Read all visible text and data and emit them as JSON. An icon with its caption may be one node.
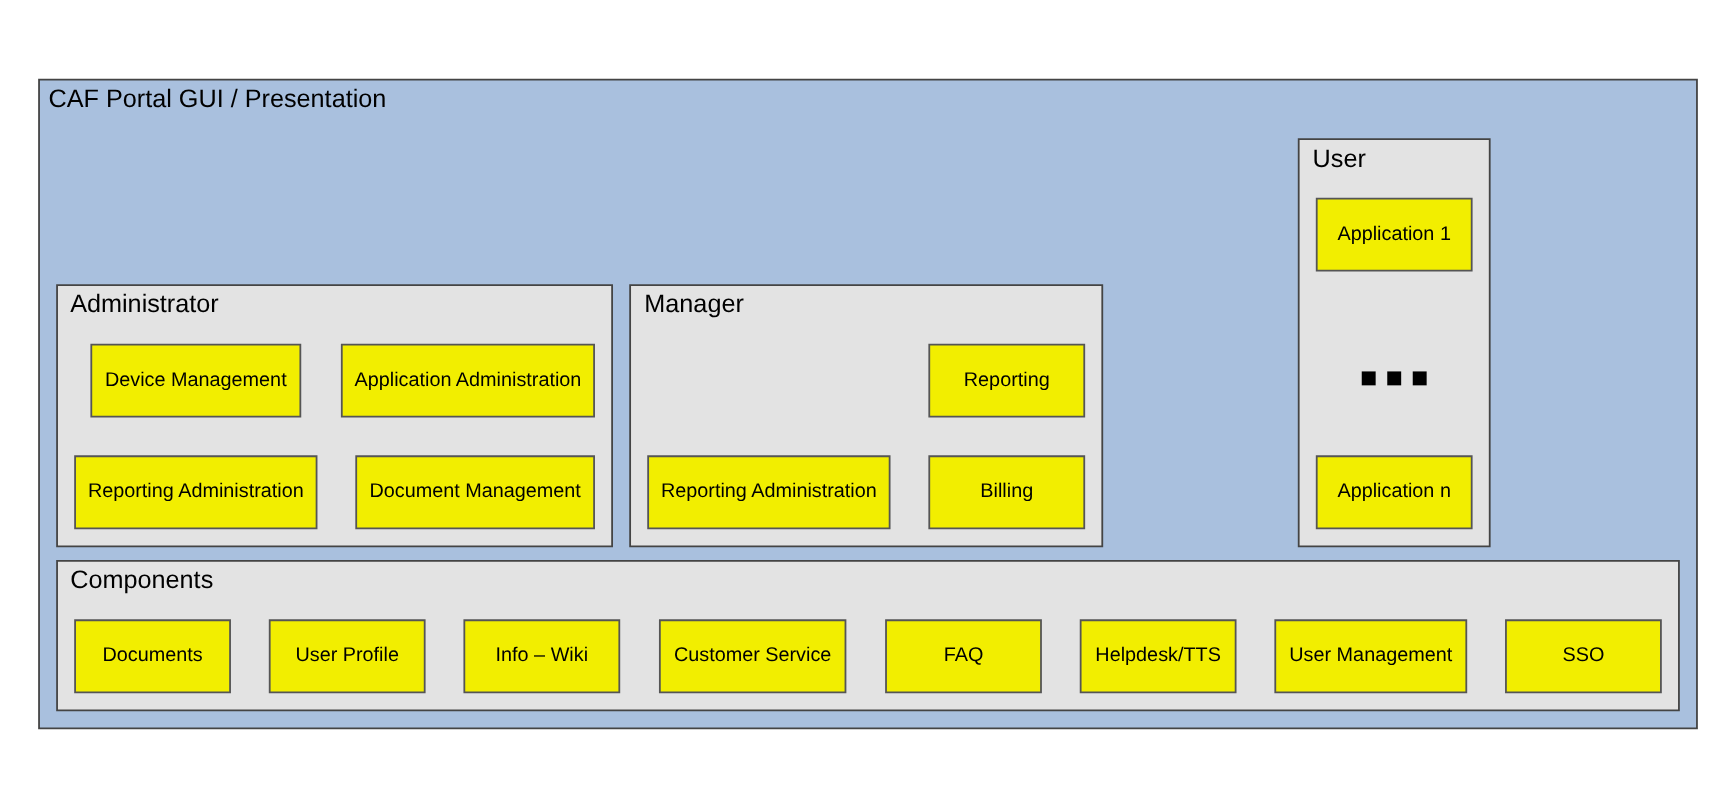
{
  "diagram": {
    "nodes": [
      {
        "text": [
          "CAF Portal GUI / Presentation"
        ]
      },
      {
        "text": [
          "User"
        ],
        "in": 0
      },
      {
        "text": [
          "Application 1"
        ],
        "in": 1
      },
      {
        "text": [
          "Application n"
        ],
        "in": 1
      },
      {
        "text": [
          "Manager"
        ],
        "in": 0
      },
      {
        "text": [
          "Reporting"
        ],
        "in": 4
      },
      {
        "text": [
          "Billing"
        ],
        "in": 4
      },
      {
        "text": [
          "Reporting Administration"
        ],
        "in": 4
      },
      {
        "text": [
          "Administrator"
        ],
        "in": 0
      },
      {
        "text": [
          "Application Administration"
        ],
        "in": 8
      },
      {
        "text": [
          "Device Management"
        ],
        "in": 8
      },
      {
        "text": [
          "Document Management"
        ],
        "in": 8
      },
      {
        "text": [
          "Reporting Administration"
        ],
        "in": 8
      },
      {
        "text": [
          "Components"
        ],
        "in": 0
      },
      {
        "text": [
          "SSO"
        ],
        "in": 13
      },
      {
        "text": [
          "User Management"
        ],
        "in": 13
      },
      {
        "text": [
          "Helpdesk/TTS"
        ],
        "in": 13
      },
      {
        "text": [
          "Customer Service"
        ],
        "in": 13
      },
      {
        "text": [
          "FAQ"
        ],
        "in": 13
      },
      {
        "text": [
          "Info – Wiki"
        ],
        "in": 13
      },
      {
        "text": [
          "User Profile"
        ],
        "in": 13
      },
      {
        "text": [
          "Documents"
        ],
        "in": 13
      }
    ],
    "edges": [],
    "labels": [
      "■ ■ ■"
    ]
  }
}
